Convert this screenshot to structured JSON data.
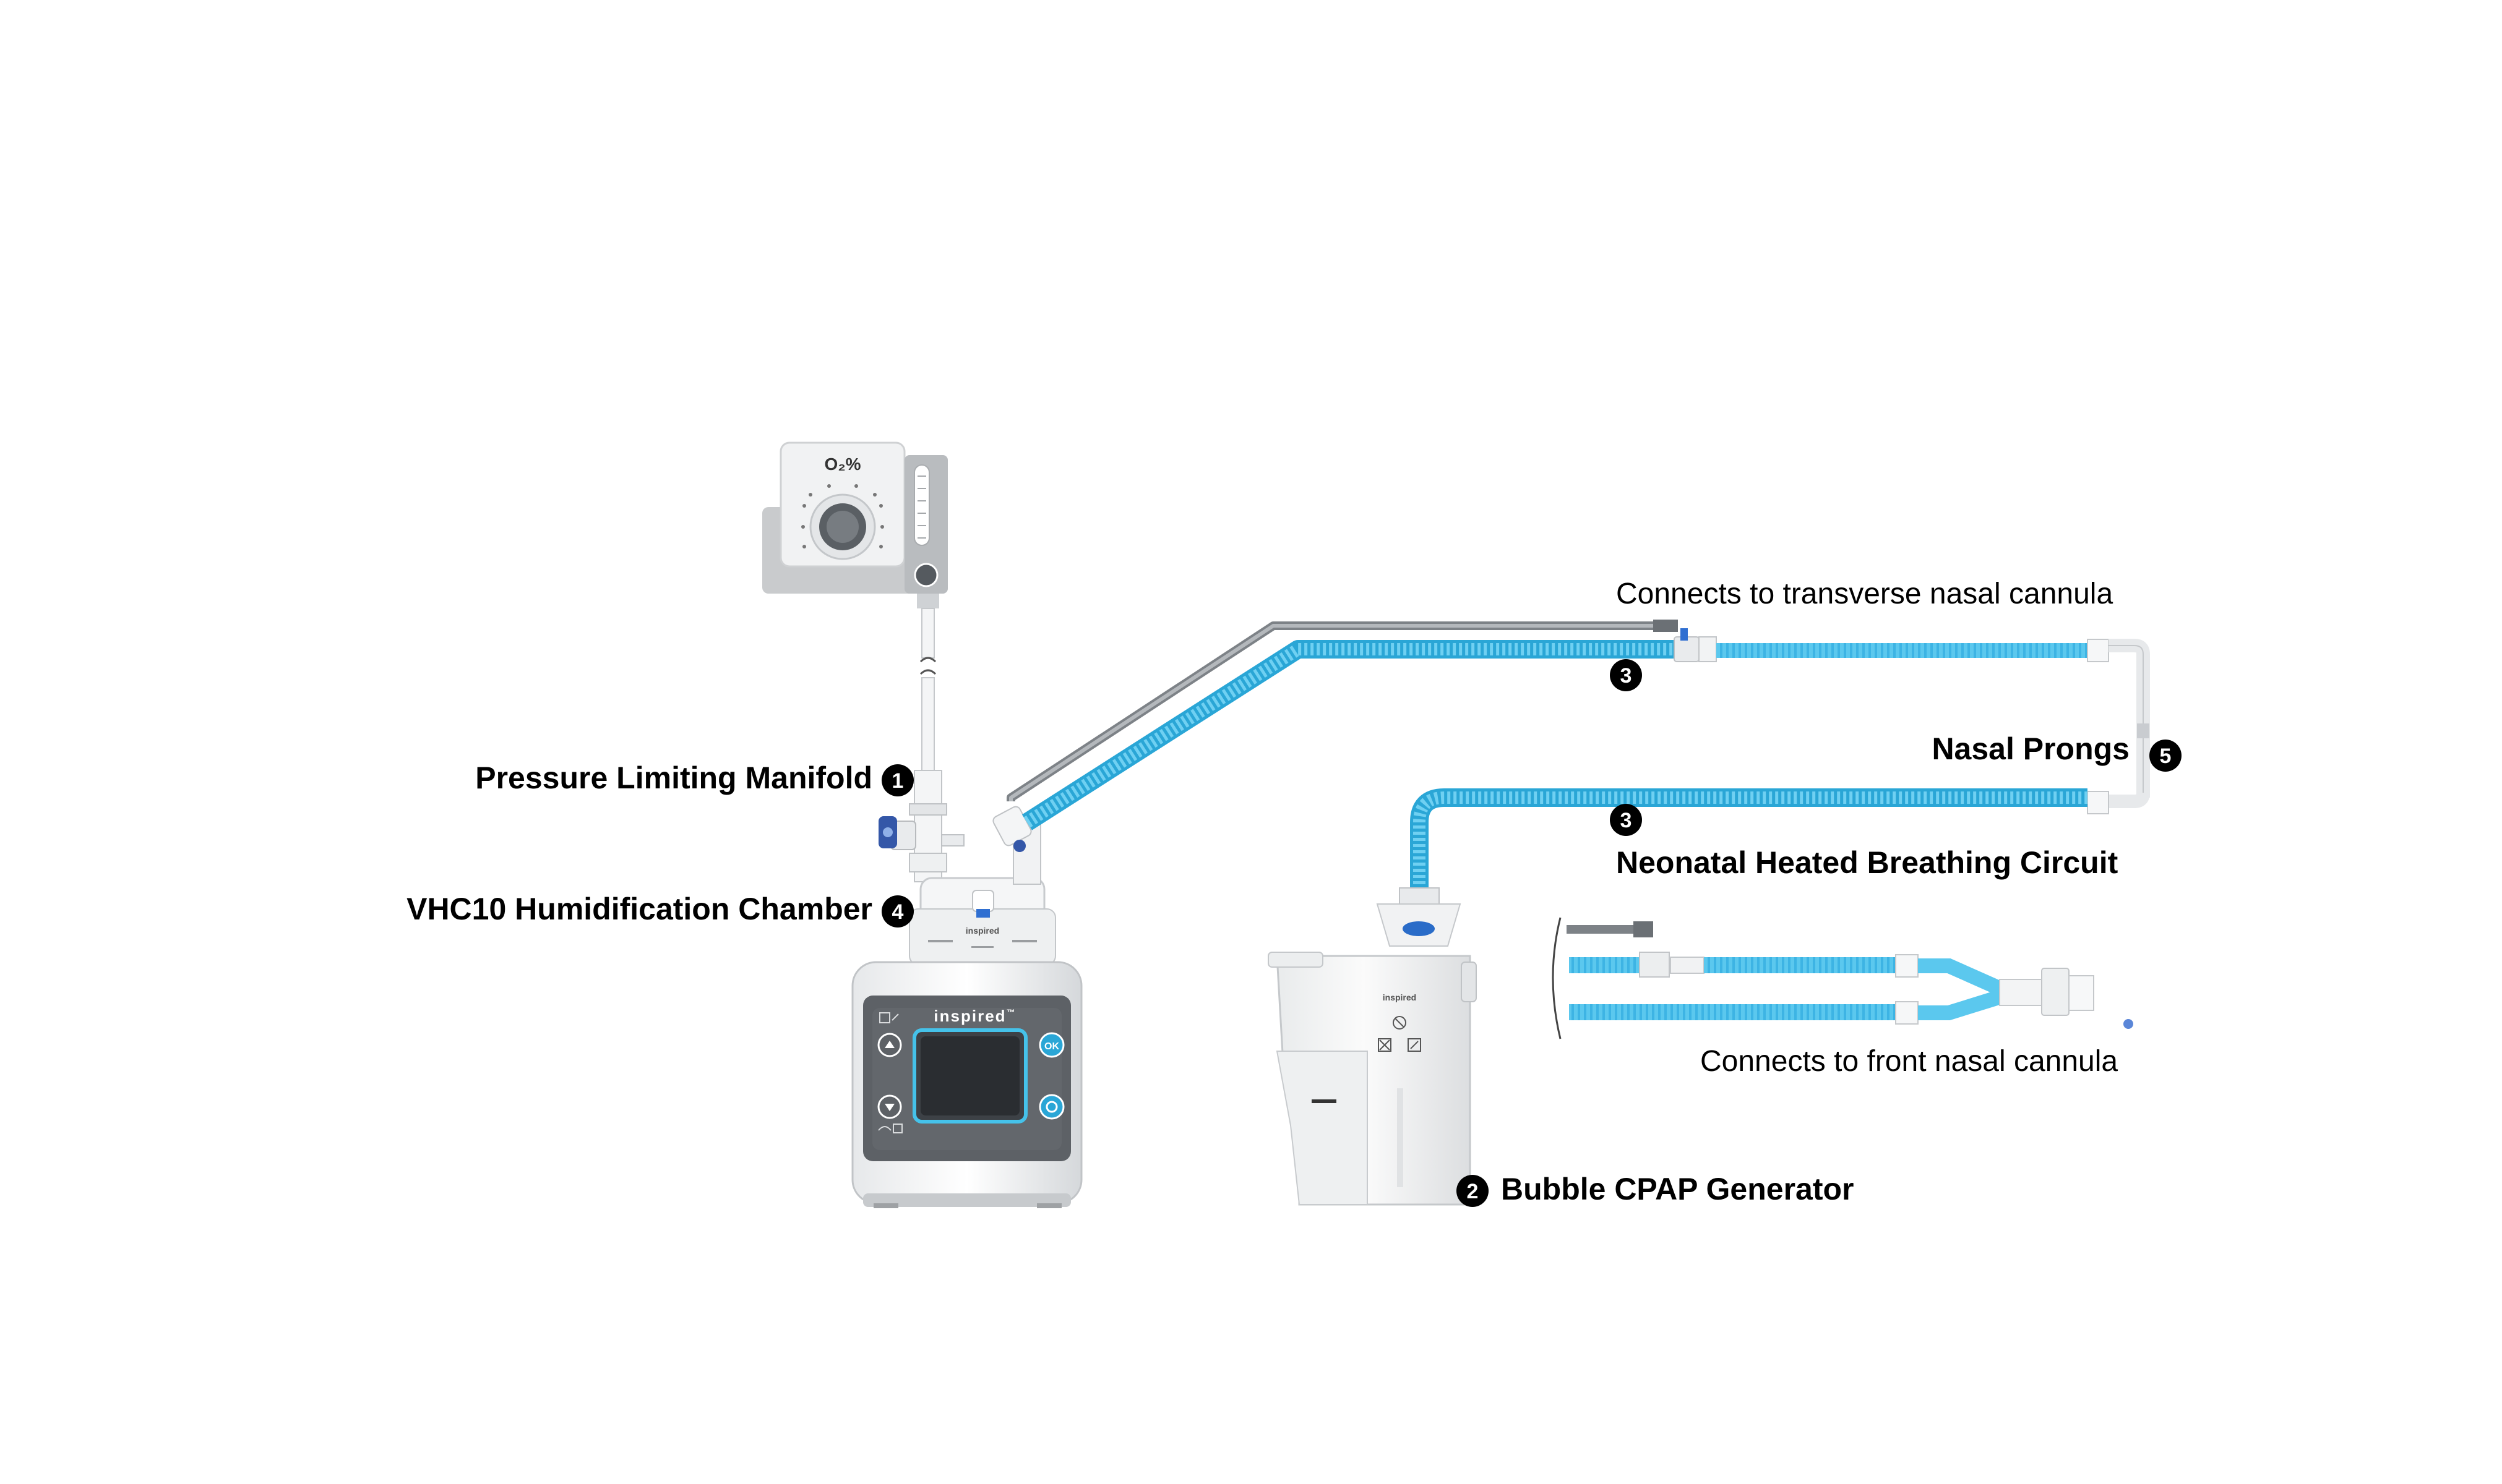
{
  "labels": {
    "pressure_limiting_manifold": "Pressure Limiting Manifold",
    "humidification_chamber": "VHC10 Humidification Chamber",
    "connects_transverse": "Connects to transverse nasal cannula",
    "nasal_prongs": "Nasal Prongs",
    "breathing_circuit": "Neonatal Heated Breathing Circuit",
    "connects_front": "Connects to front nasal cannula",
    "bubble_cpap": "Bubble CPAP Generator"
  },
  "callouts": {
    "one": "1",
    "two": "2",
    "three_top": "3",
    "three_bottom": "3",
    "four": "4",
    "five": "5"
  },
  "devices": {
    "blender_label": "O₂%",
    "humidifier_brand": "inspired",
    "humidifier_trademark": "™",
    "humidifier_ok": "OK",
    "chamber_brand": "inspired",
    "cpap_brand": "inspired"
  },
  "colors": {
    "tube_blue": "#5bc8ee",
    "tube_blue_dark": "#2aa6d6",
    "heater_wire_gray": "#8a8f94",
    "device_gray": "#d9dbdd",
    "panel_dark": "#5d6166",
    "text": "#000000"
  }
}
